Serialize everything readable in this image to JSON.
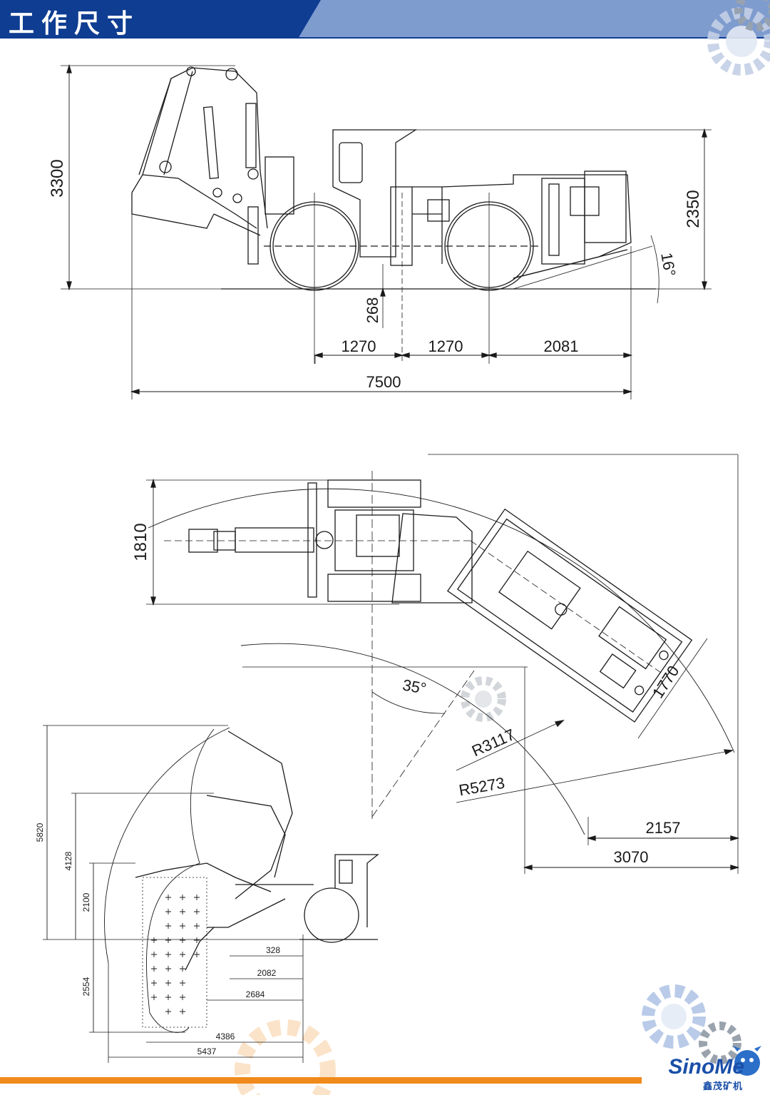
{
  "header": {
    "title": "工作尺寸"
  },
  "colors": {
    "header_blue": "#0f3d92",
    "header_light": "#7f9ccf",
    "line": "#1a1a1a",
    "gear_gray": "#cfd3d8",
    "accent_orange": "#f08a1c",
    "brand_blue": "#1a4fa8"
  },
  "side_view": {
    "height_total": "3300",
    "height_cab": "2350",
    "angle": "16°",
    "ground_clearance": "268",
    "dim_1": "1270",
    "dim_2": "1270",
    "dim_3": "2081",
    "length_total": "7500"
  },
  "top_view": {
    "width": "1810",
    "articulation_angle": "35°",
    "width_rear": "1770",
    "inner_radius": "R3117",
    "outer_radius": "R5273",
    "dim_2157": "2157",
    "dim_3070": "3070"
  },
  "reach_view": {
    "max_height": "5820",
    "height_2": "4128",
    "height_3": "2100",
    "depth": "2554",
    "dim_328": "328",
    "dim_2082": "2082",
    "dim_2684": "2684",
    "dim_4386": "4386",
    "dim_5437": "5437"
  },
  "brand": {
    "name": "SinoMe",
    "sub": "鑫茂矿机"
  },
  "icons": [
    "gear-icon",
    "mascot-icon"
  ]
}
